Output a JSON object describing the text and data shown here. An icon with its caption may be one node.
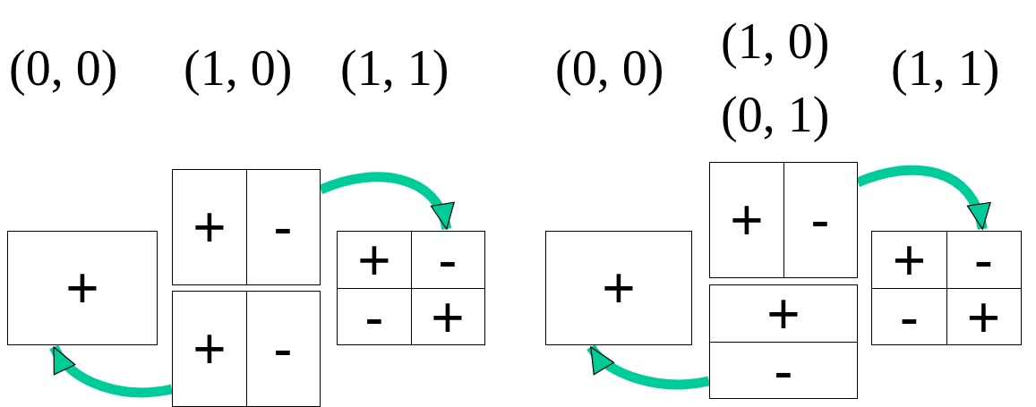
{
  "diagram": {
    "nodes": [
      {
        "text": [
          "+"
        ]
      },
      {
        "text": [
          "+",
          "-"
        ]
      },
      {
        "text": [
          "+",
          "-"
        ]
      },
      {
        "text": [
          "+",
          "-",
          "-",
          "+"
        ]
      },
      {
        "text": [
          "+"
        ]
      },
      {
        "text": [
          "+",
          "-"
        ]
      },
      {
        "text": [
          "+",
          "-"
        ]
      },
      {
        "text": [
          "+",
          "-",
          "-",
          "+"
        ]
      }
    ],
    "edges": [
      {
        "from": 1,
        "to": 3,
        "arrow": "to"
      },
      {
        "from": 2,
        "to": 0,
        "arrow": "to"
      },
      {
        "from": 5,
        "to": 7,
        "arrow": "to"
      },
      {
        "from": 6,
        "to": 4,
        "arrow": "to"
      }
    ],
    "labels": [
      "(0, 0)",
      "(1, 0)",
      "(1, 1)",
      "(0, 0)",
      "(1, 0)",
      "(0, 1)",
      "(1, 1)"
    ]
  }
}
